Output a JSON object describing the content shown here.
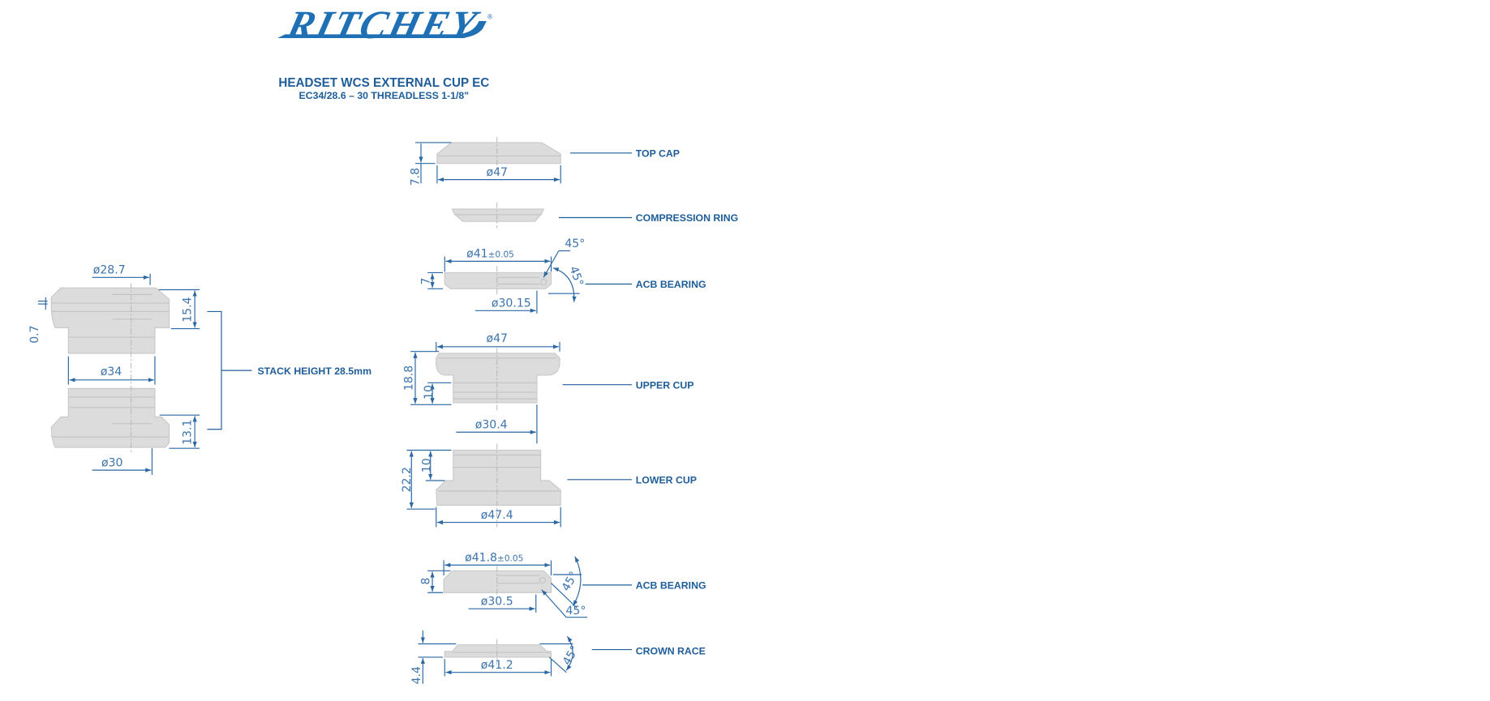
{
  "brand": {
    "logo_text": "RITCHEY",
    "registered": "®",
    "color": "#1f6fb5"
  },
  "title": {
    "main": "HEADSET WCS EXTERNAL CUP EC",
    "sub": "EC34/28.6 – 30 THREADLESS 1-1/8\""
  },
  "assembly": {
    "stack_label": "STACK HEIGHT 28.5mm",
    "dims": {
      "top_dia": "ø28.7",
      "gap": "0.7",
      "upper_height": "15.4",
      "cup_dia": "ø34",
      "lower_height": "13.1",
      "bottom_dia": "ø30"
    }
  },
  "parts": [
    {
      "label": "TOP CAP",
      "dims": {
        "dia": "ø47",
        "height": "7.8"
      }
    },
    {
      "label": "COMPRESSION RING"
    },
    {
      "label": "ACB BEARING",
      "dims": {
        "outer": "ø41",
        "tol": "±0.05",
        "inner": "ø30.15",
        "height": "7",
        "angle1": "45°",
        "angle2": "45°"
      }
    },
    {
      "label": "UPPER CUP",
      "dims": {
        "dia": "ø47",
        "height": "18.8",
        "insert": "10",
        "inner": "ø30.4"
      }
    },
    {
      "label": "LOWER CUP",
      "dims": {
        "dia": "ø47.4",
        "height": "22.2",
        "insert": "10"
      }
    },
    {
      "label": "ACB BEARING",
      "dims": {
        "outer": "ø41.8",
        "tol": "±0.05",
        "inner": "ø30.5",
        "height": "8",
        "angle1": "45°",
        "angle2": "45°"
      }
    },
    {
      "label": "CROWN RACE",
      "dims": {
        "dia": "ø41.2",
        "height": "4.4",
        "angle": "45°"
      }
    }
  ]
}
